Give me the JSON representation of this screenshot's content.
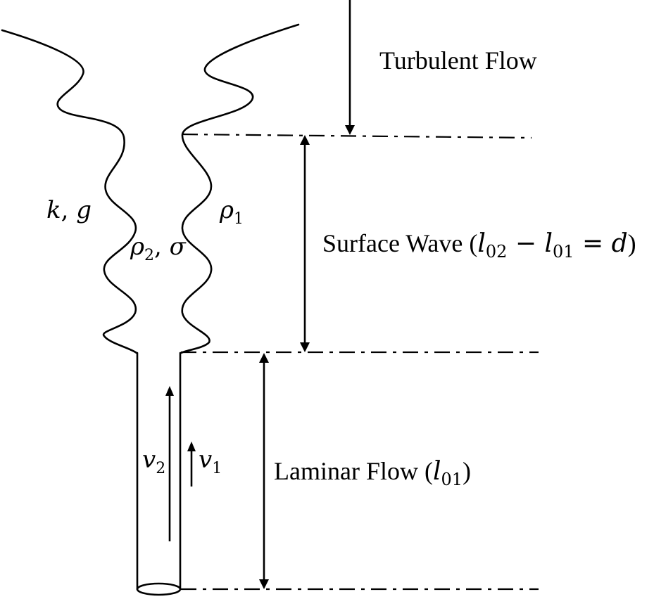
{
  "labels": {
    "turbulent_flow": "Turbulent Flow",
    "surface_wave_text": "Surface Wave (",
    "surface_wave_math": "l02 − l01 = d",
    "surface_wave_close": ")",
    "laminar_flow_text": "Laminar Flow (",
    "laminar_flow_math": "l01",
    "laminar_flow_close": ")",
    "k_g": "k, g",
    "rho2_sigma": "ρ2, σ",
    "rho1": "ρ1",
    "v2": "v2",
    "v1": "v1"
  },
  "math_parts": {
    "k": "k",
    "comma1": ", ",
    "g": "g",
    "rho": "ρ",
    "two": "2",
    "comma2": ", ",
    "sigma": "σ",
    "one": "1",
    "v": "v",
    "l": "l",
    "sub02": "02",
    "sub01": "01",
    "minus": " − ",
    "equals": " = ",
    "d": "d"
  },
  "colors": {
    "ink": "#000000",
    "background": "#ffffff"
  }
}
